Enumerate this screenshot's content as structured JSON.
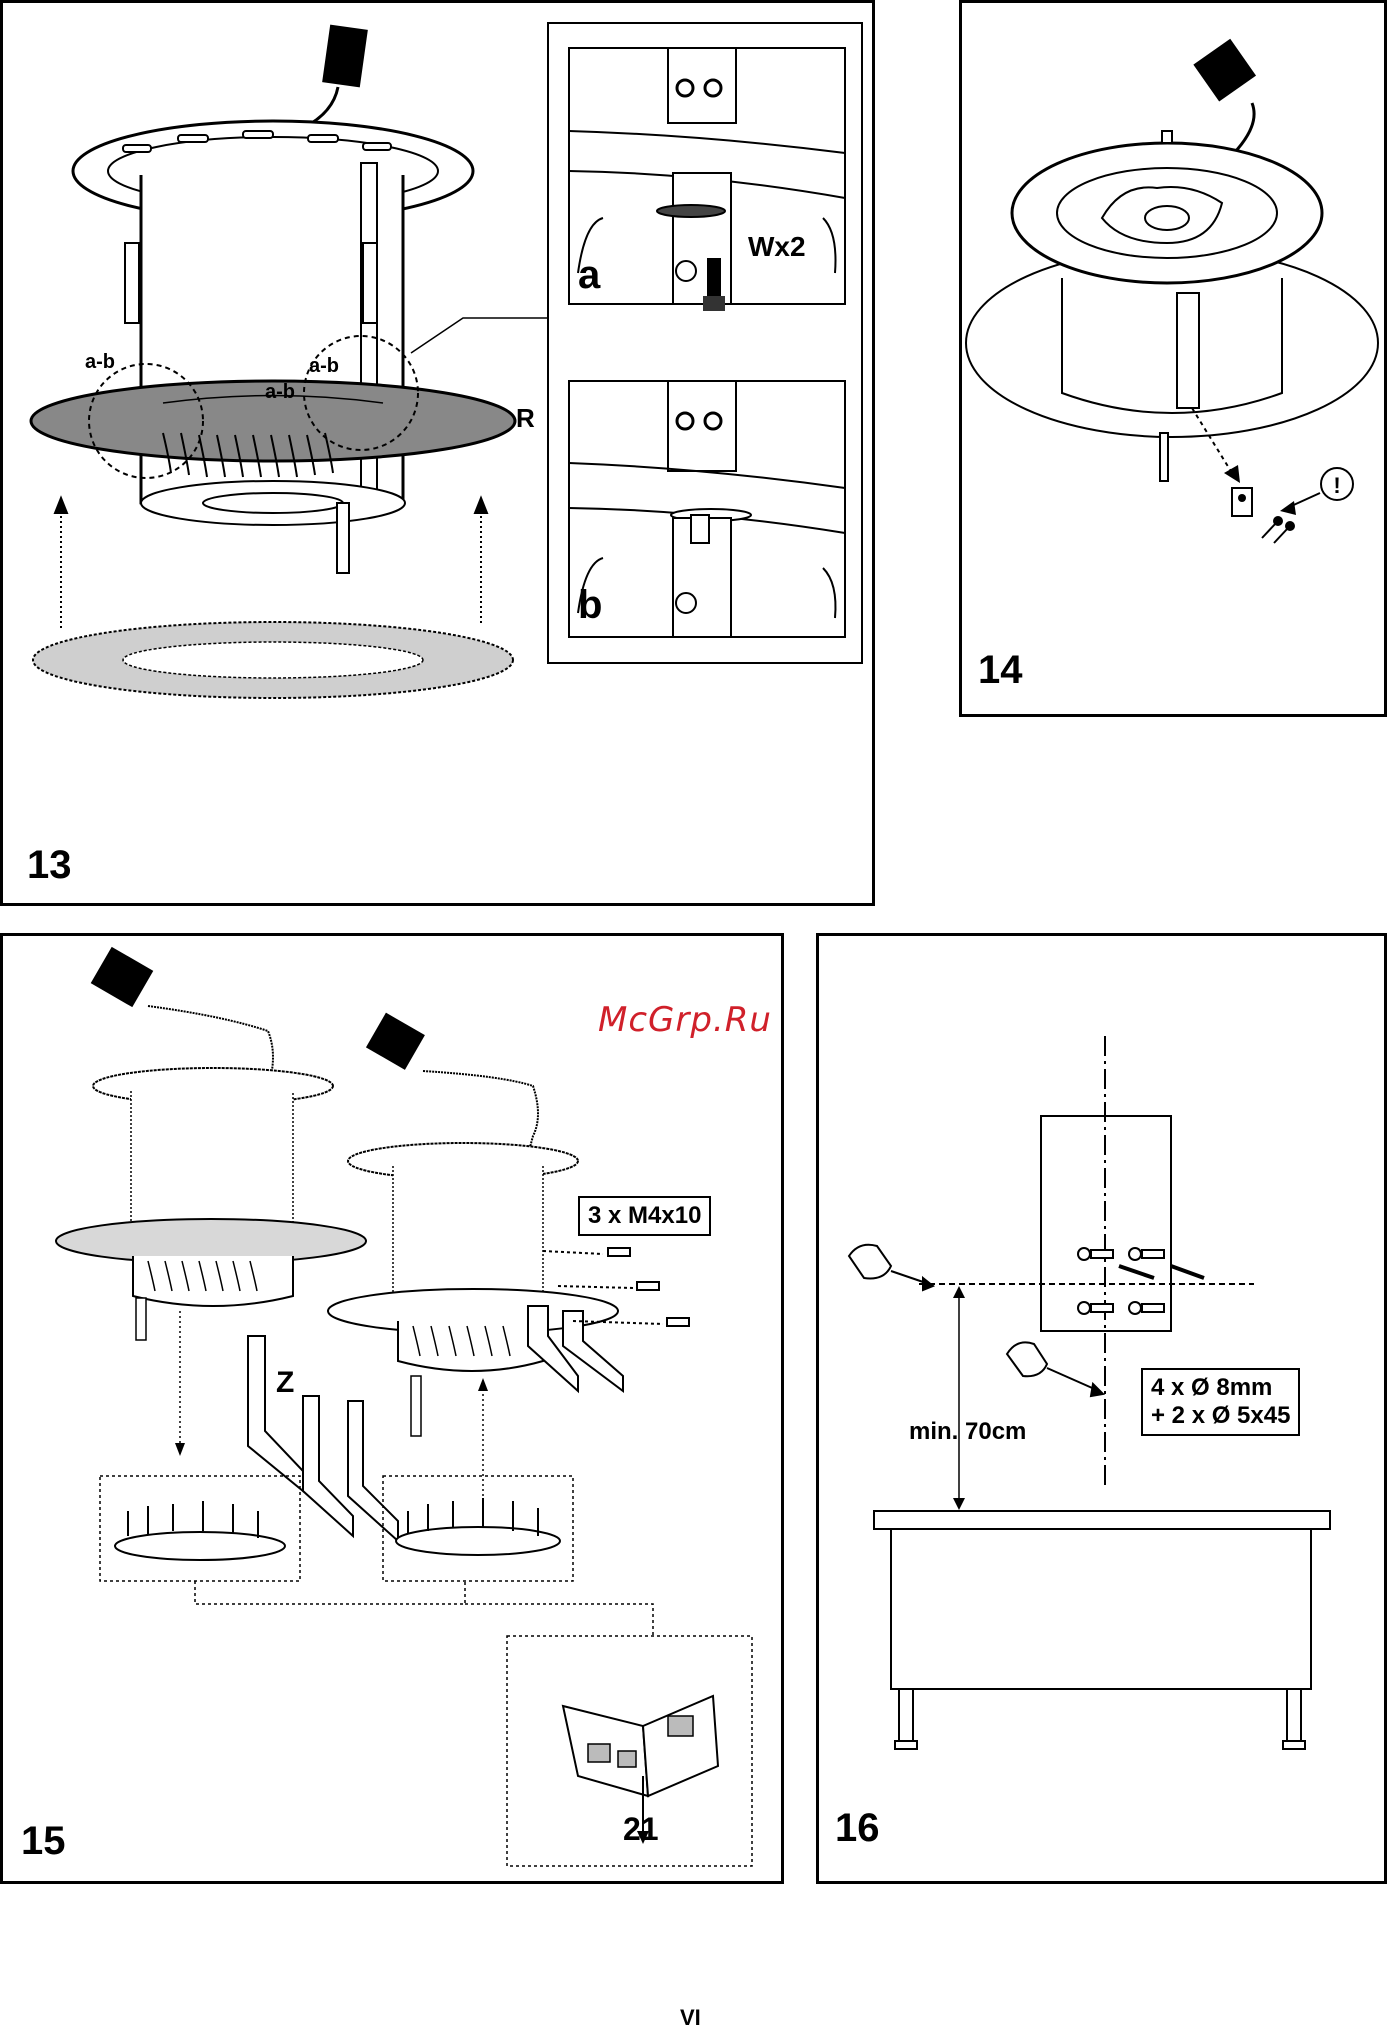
{
  "colors": {
    "watermark": "#d0202a",
    "line": "#000000",
    "tint": "#cfcfcf",
    "dark_tint": "#888888"
  },
  "panel13": {
    "step": "13",
    "labels": {
      "ab_left": "a-b",
      "ab_mid": "a-b",
      "ab_right": "a-b",
      "r": "R",
      "a": "a",
      "b": "b",
      "wx2": "Wx2"
    },
    "icons": [
      "cable-plug-icon",
      "hood-chimney-icon",
      "trim-ring-icon",
      "arrow-up-icon"
    ]
  },
  "panel14": {
    "step": "14",
    "icons": [
      "cable-plug-icon",
      "hood-frame-icon",
      "bracket-icon",
      "screw-icon",
      "warning-icon"
    ]
  },
  "panel15": {
    "step": "15",
    "labels": {
      "screws": "3 x M4x10",
      "z": "Z",
      "ref": "21"
    },
    "icons": [
      "cable-plug-icon",
      "filter-frame-icon",
      "booklet-icon"
    ]
  },
  "panel16": {
    "step": "16",
    "labels": {
      "min_height": "min. 70cm",
      "fixings_line1": "4 x Ø 8mm",
      "fixings_line2": "+ 2 x Ø 5x45"
    },
    "icons": [
      "drill-icon",
      "wall-plug-icon",
      "hob-icon"
    ]
  },
  "watermark": "McGrp.Ru",
  "page_number": "VI"
}
